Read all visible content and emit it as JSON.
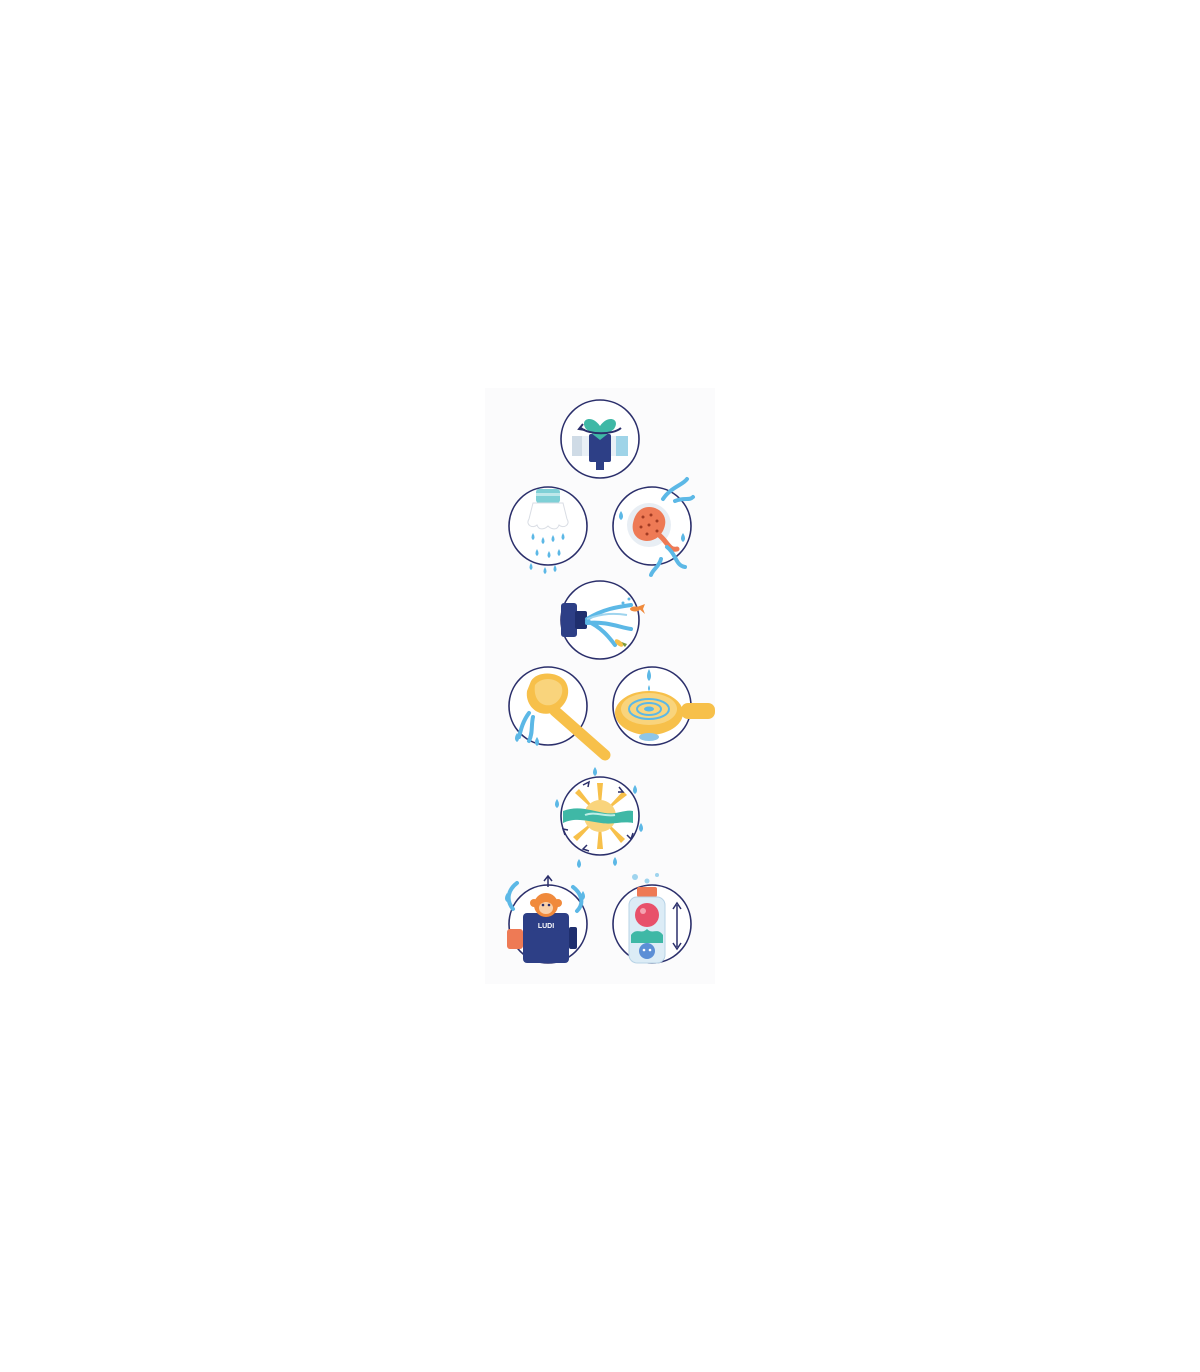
{
  "brand": {
    "logo_text": "LUDI"
  },
  "colors": {
    "ring": "#2b2f6b",
    "navy": "#2d3f86",
    "teal": "#3fb8a6",
    "water": "#5cb8e6",
    "coral": "#ee7a55",
    "yellow": "#f7c04a",
    "orange": "#f08a3c"
  },
  "features": [
    {
      "id": "faucet-valve",
      "icon": "heart-faucet-valve-icon",
      "motion": "rotate"
    },
    {
      "id": "shower-head",
      "icon": "shower-head-icon",
      "motion": "rain"
    },
    {
      "id": "octopus-sprinkler",
      "icon": "octopus-sprinkler-icon",
      "motion": "spin-spray"
    },
    {
      "id": "water-jet",
      "icon": "water-jet-fish-icon",
      "motion": "squirt"
    },
    {
      "id": "scoop-pour",
      "icon": "yellow-scoop-pour-icon",
      "motion": "pour"
    },
    {
      "id": "scoop-sieve",
      "icon": "yellow-scoop-sieve-icon",
      "motion": "drip"
    },
    {
      "id": "water-wheel",
      "icon": "water-wheel-icon",
      "motion": "turn"
    },
    {
      "id": "monkey-popup",
      "icon": "monkey-popup-icon",
      "motion": "pop-up"
    },
    {
      "id": "ball-tube",
      "icon": "ball-tube-icon",
      "motion": "float-up-down"
    }
  ]
}
